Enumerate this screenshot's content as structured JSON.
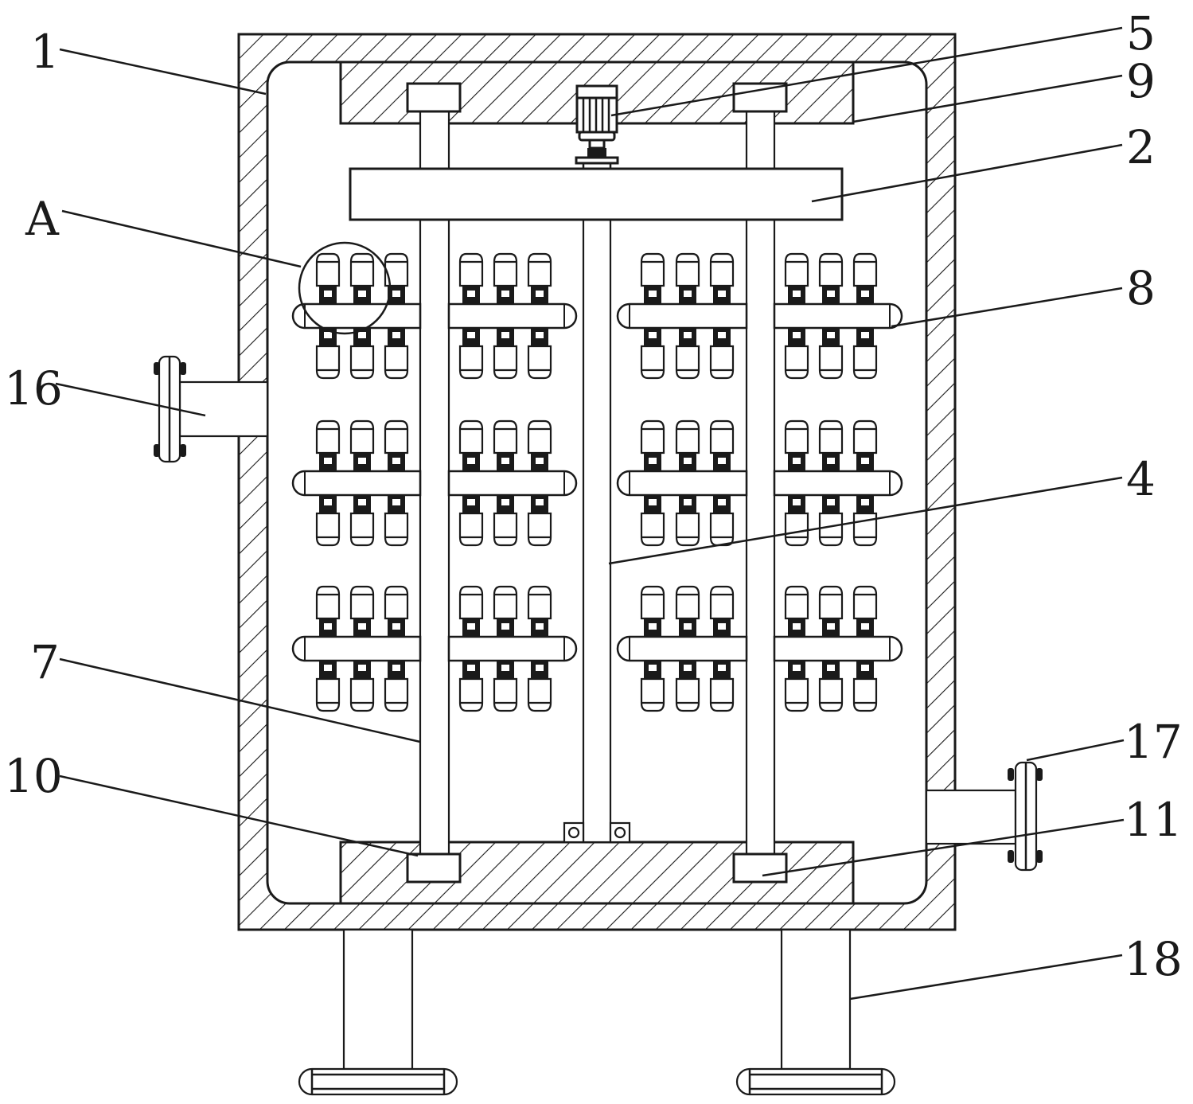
{
  "figure": {
    "title": "Cross-section of tank with rotating multi-nozzle arms",
    "colors": {
      "line": "#1a1a1a",
      "background": "#ffffff"
    },
    "labels": [
      {
        "id": "1",
        "text": "1",
        "part": "outer-shell"
      },
      {
        "id": "2",
        "text": "2",
        "part": "crossbeam"
      },
      {
        "id": "4",
        "text": "4",
        "part": "central-shaft"
      },
      {
        "id": "5",
        "text": "5",
        "part": "motor"
      },
      {
        "id": "7",
        "text": "7",
        "part": "vertical-rod"
      },
      {
        "id": "8",
        "text": "8",
        "part": "nozzle-arm"
      },
      {
        "id": "9",
        "text": "9",
        "part": "top-block"
      },
      {
        "id": "10",
        "text": "10",
        "part": "bottom-bearing-left"
      },
      {
        "id": "11",
        "text": "11",
        "part": "bottom-block"
      },
      {
        "id": "16",
        "text": "16",
        "part": "inlet-pipe"
      },
      {
        "id": "17",
        "text": "17",
        "part": "outlet-pipe"
      },
      {
        "id": "18",
        "text": "18",
        "part": "support-leg"
      },
      {
        "id": "A",
        "text": "A",
        "part": "detail-circle"
      }
    ],
    "nozzle_layout": {
      "rows": 3,
      "columns": 4,
      "nozzles_per_group": 3
    }
  }
}
